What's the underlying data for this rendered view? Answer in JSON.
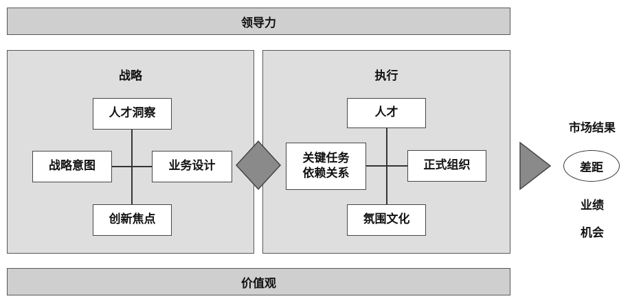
{
  "top_band": {
    "label": "领导力"
  },
  "bottom_band": {
    "label": "价值观"
  },
  "strategy": {
    "title": "战略",
    "top": "人才洞察",
    "left": "战略意图",
    "right": "业务设计",
    "bottom": "创新焦点"
  },
  "execution": {
    "title": "执行",
    "top": "人才",
    "left_line1": "关键任务",
    "left_line2": "依赖关系",
    "right": "正式组织",
    "bottom": "氛围文化"
  },
  "outcome": {
    "title": "市场结果",
    "gap": "差距",
    "perf": "业绩",
    "opportunity": "机会"
  },
  "colors": {
    "band_fill": "#cfcfcf",
    "panel_fill": "#dedede",
    "diamond_fill": "#8a8a8a",
    "arrow_fill": "#8a8a8a"
  }
}
